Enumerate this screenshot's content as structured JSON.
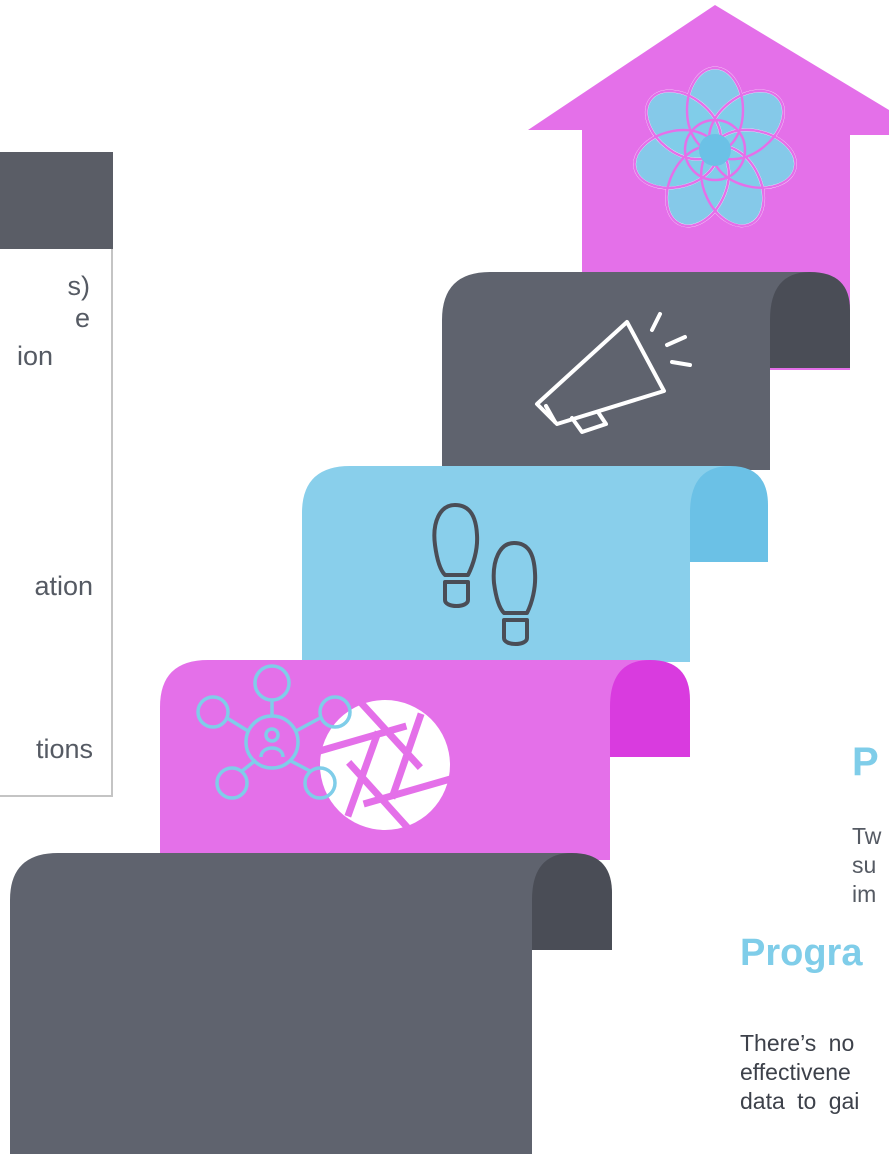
{
  "side_panel": {
    "lines": [
      "s)",
      "e",
      "ion",
      "ation",
      "tions"
    ]
  },
  "text_blocks": {
    "heading_1": "P",
    "body_1": [
      "Tw",
      "su",
      "im"
    ],
    "heading_2": "Progra",
    "body_2": [
      "There’s no",
      "effectivene",
      "data to gai"
    ]
  },
  "colors": {
    "magenta": "#e470e9",
    "magenta_dark": "#d93bdf",
    "dark_gray": "#5f636e",
    "dark_gray_shadow": "#4a4d56",
    "light_blue": "#89cfeb",
    "light_blue_dark": "#6bc1e6"
  },
  "icons": [
    "flower-icon",
    "megaphone-icon",
    "footprints-icon",
    "camera-aperture-icon",
    "network-icon"
  ]
}
